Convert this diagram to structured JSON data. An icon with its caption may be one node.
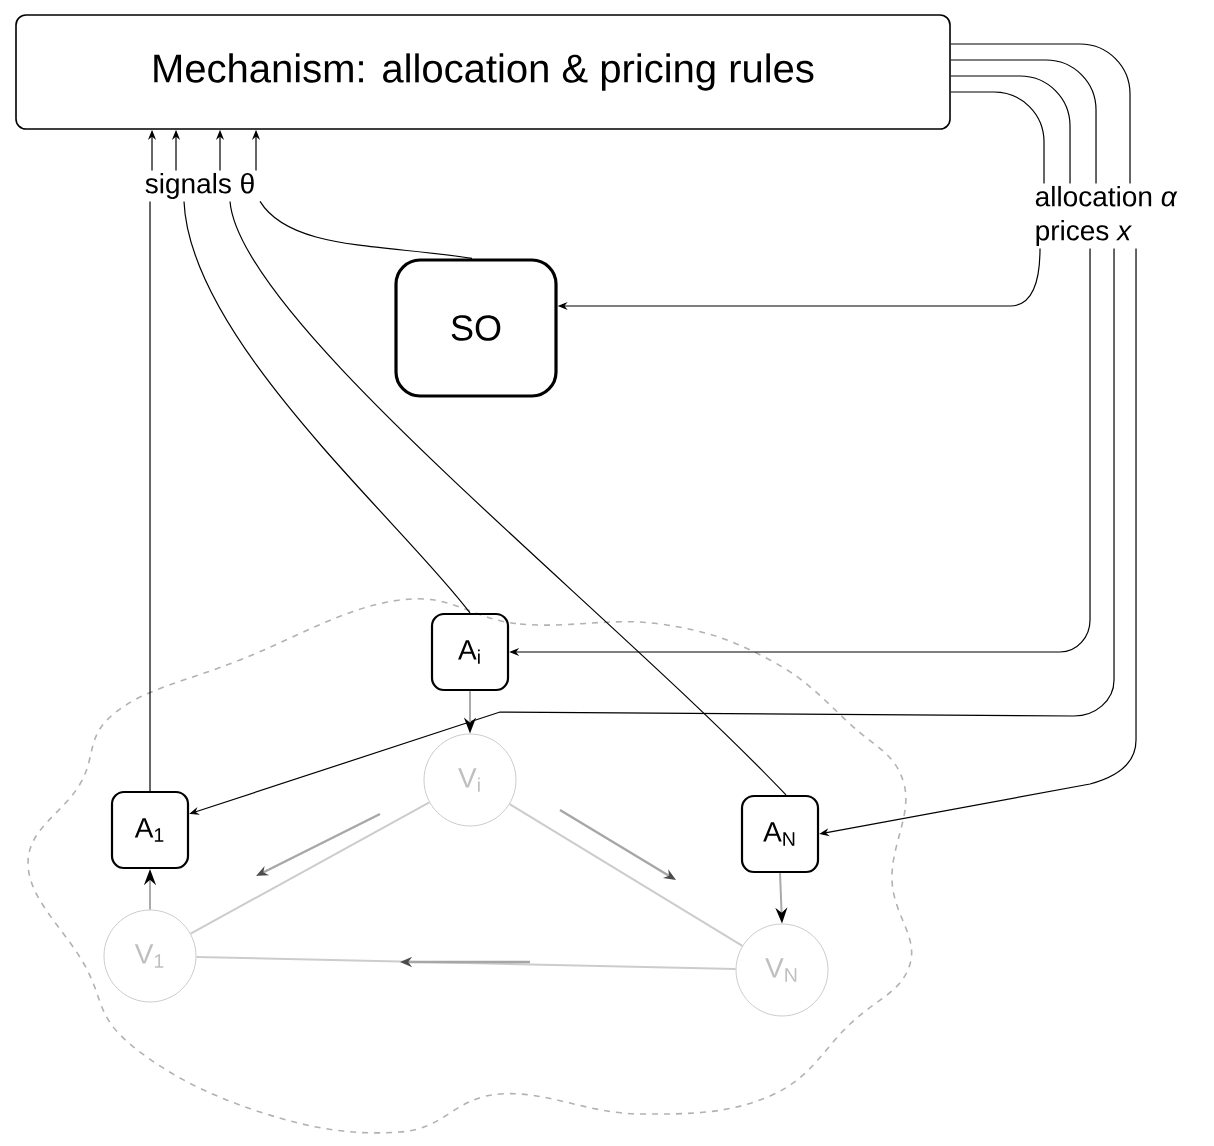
{
  "diagram": {
    "nodes": [
      {
        "text": [
          "Mechanism: allocation & pricing rules"
        ]
      },
      {
        "text": [
          "signals θ"
        ]
      },
      {
        "text": [
          "SO"
        ]
      },
      {
        "text": [
          "allocation *α*",
          "prices *x*"
        ]
      },
      {
        "text": [
          "A$_{i}$"
        ]
      },
      {
        "text": [
          "A$_{1}$"
        ]
      },
      {
        "text": [
          "A$_{N}$"
        ]
      },
      {
        "text": [
          "V$_{i}$"
        ]
      },
      {
        "text": [
          "V$_{1}$"
        ]
      },
      {
        "text": [
          "V$_{N}$"
        ]
      }
    ],
    "edges": [
      {
        "from": 0,
        "to": 3,
        "arrow": "none"
      },
      {
        "from": 0,
        "to": 3,
        "arrow": "none"
      },
      {
        "from": 0,
        "to": 3,
        "arrow": "none"
      },
      {
        "from": 0,
        "to": 3,
        "arrow": "none"
      },
      {
        "from": 3,
        "to": 2,
        "arrow": "to"
      },
      {
        "from": 3,
        "to": 4,
        "arrow": "to"
      },
      {
        "from": 3,
        "to": 5,
        "arrow": "to"
      },
      {
        "from": 3,
        "to": 6,
        "arrow": "to"
      },
      {
        "from": 5,
        "to": 1,
        "arrow": "none"
      },
      {
        "from": 4,
        "to": 1,
        "arrow": "none"
      },
      {
        "from": 6,
        "to": 1,
        "arrow": "none"
      },
      {
        "from": 2,
        "to": 1,
        "arrow": "none"
      },
      {
        "from": 1,
        "to": 0,
        "arrow": "to"
      },
      {
        "from": 1,
        "to": 0,
        "arrow": "to"
      },
      {
        "from": 1,
        "to": 0,
        "arrow": "to"
      },
      {
        "from": 1,
        "to": 0,
        "arrow": "to"
      },
      {
        "from": 4,
        "to": 7,
        "arrow": "to",
        "color": "#aaaaaa"
      },
      {
        "from": 6,
        "to": 9,
        "arrow": "to",
        "color": "#aaaaaa"
      },
      {
        "from": 8,
        "to": 5,
        "arrow": "to",
        "color": "#aaaaaa"
      },
      {
        "from": 7,
        "to": 8,
        "arrow": "none",
        "color": "#cccccc"
      },
      {
        "from": 7,
        "to": 9,
        "arrow": "none",
        "color": "#cccccc"
      },
      {
        "from": 9,
        "to": 8,
        "arrow": "none",
        "color": "#cccccc"
      }
    ]
  }
}
